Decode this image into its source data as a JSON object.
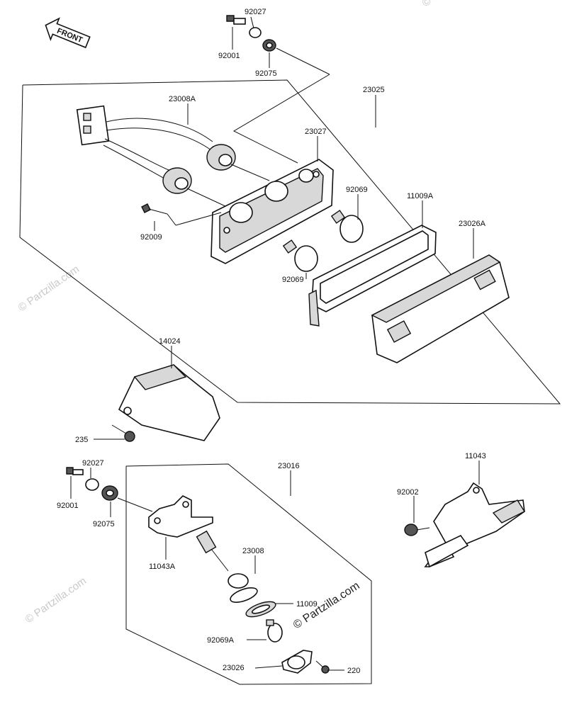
{
  "diagram": {
    "front_label": "FRONT",
    "watermarks": {
      "faint": "© Partzilla.com",
      "dark": "© Partzilla.com"
    },
    "part_labels": {
      "p92027_top": "92027",
      "p92001_top": "92001",
      "p92075_top": "92075",
      "p23025": "23025",
      "p23008A": "23008A",
      "p23027": "23027",
      "p92069_a": "92069",
      "p11009A": "11009A",
      "p23026A": "23026A",
      "p92009": "92009",
      "p92069_b": "92069",
      "p14024": "14024",
      "p235": "235",
      "p92027_bot": "92027",
      "p92001_bot": "92001",
      "p92075_bot": "92075",
      "p23016": "23016",
      "p11043": "11043",
      "p92002": "92002",
      "p11043A": "11043A",
      "p23008": "23008",
      "p11009": "11009",
      "p92069A": "92069A",
      "p23026": "23026",
      "p220": "220"
    }
  }
}
